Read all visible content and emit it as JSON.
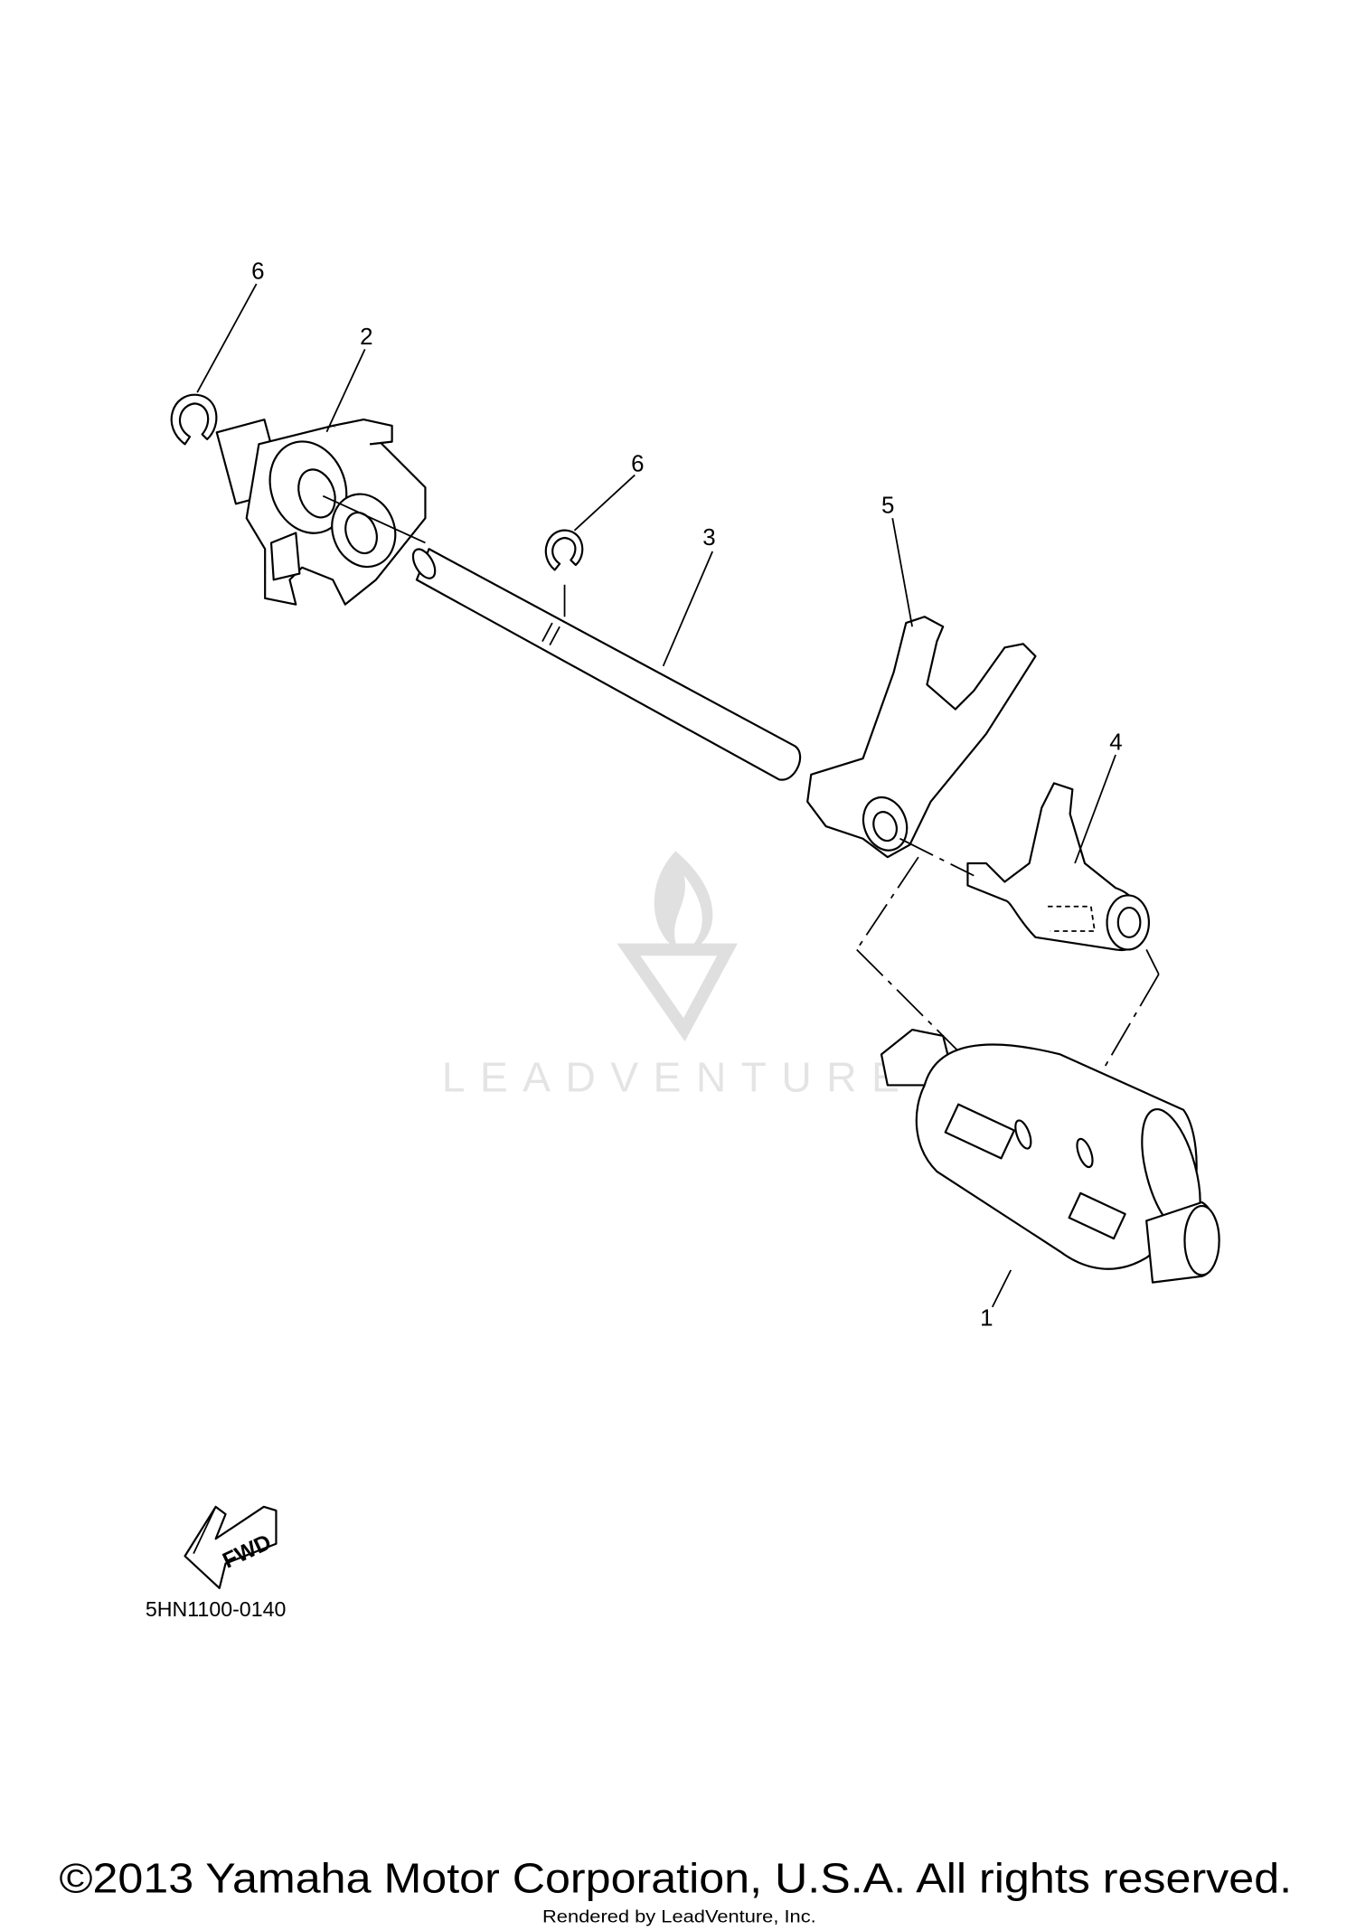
{
  "callouts": [
    {
      "label": "6"
    },
    {
      "label": "2"
    },
    {
      "label": "6"
    },
    {
      "label": "3"
    },
    {
      "label": "5"
    },
    {
      "label": "4"
    },
    {
      "label": "1"
    }
  ],
  "fwd_arrow": {
    "label": "FWD"
  },
  "diagram_code": "5HN1100-0140",
  "watermark": "LEADVENTURE",
  "copyright": "©2013 Yamaha Motor Corporation, U.S.A. All rights reserved.",
  "rendered_by": "Rendered by LeadVenture, Inc."
}
